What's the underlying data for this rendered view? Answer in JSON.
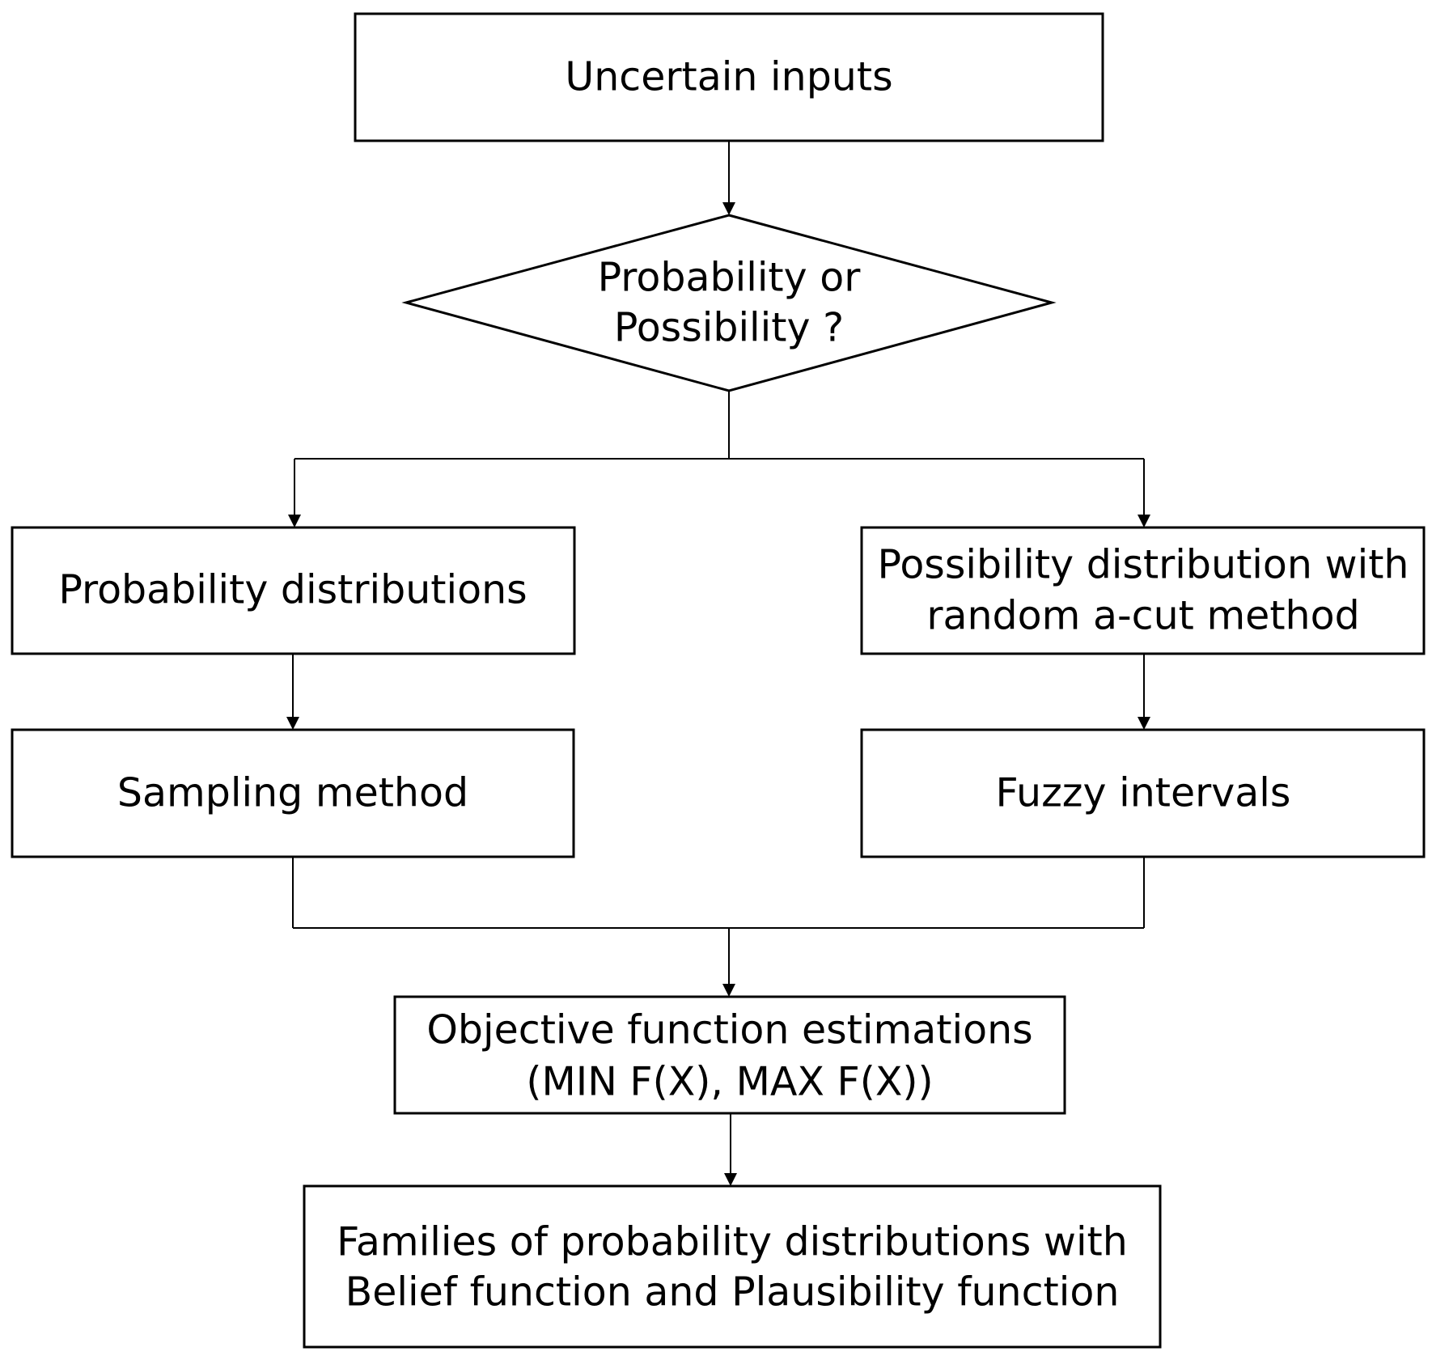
{
  "nodes": {
    "uncertain_inputs": "Uncertain inputs",
    "decision": [
      "Probability or",
      "Possibility ?"
    ],
    "probability_distributions": "Probability distributions",
    "possibility_distribution": [
      "Possibility distribution with",
      "random a-cut method"
    ],
    "sampling_method": "Sampling method",
    "fuzzy_intervals": "Fuzzy intervals",
    "objective_function": [
      "Objective function estimations",
      "(MIN F(X), MAX F(X))"
    ],
    "families": [
      "Families of probability distributions with",
      "Belief function and Plausibility function"
    ]
  }
}
